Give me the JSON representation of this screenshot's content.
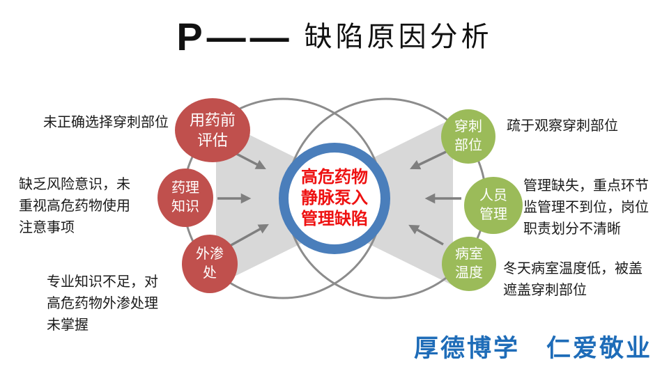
{
  "title": {
    "prefix": "P——",
    "text": "缺陷原因分析"
  },
  "center": {
    "label": "高危药物\n静脉泵入\n管理缺陷"
  },
  "causes": {
    "left": [
      {
        "label": "用药前\n评估"
      },
      {
        "label": "药理\n知识"
      },
      {
        "label": "外渗\n处"
      }
    ],
    "right": [
      {
        "label": "穿刺\n部位"
      },
      {
        "label": "人员\n管理"
      },
      {
        "label": "病室\n温度"
      }
    ]
  },
  "notes": {
    "left": [
      "未正确选择穿刺部位",
      "缺乏风险意识，未\n重视高危药物使用\n注意事项",
      "专业知识不足，对\n高危药物外渗处理\n未掌握"
    ],
    "right": [
      "疏于观察穿刺部位",
      "管理缺失，重点环节\n监管理不到位，岗位\n职责划分不清晰",
      "冬天病室温度低，被盖\n遮盖穿刺部位"
    ]
  },
  "footer": {
    "motto": "厚德博学　仁爱敬业"
  },
  "colors": {
    "cause_red": "#c0504d",
    "cause_green": "#9bbb59",
    "center_ring_blue": "#4a7ebb",
    "center_text_red": "#ee1111",
    "footer_blue": "#1e6cb8",
    "arrow_gray": "#7f7f7f",
    "funnel_gray": "#d8d8d8",
    "venn_outline_gray": "#8c8c8c"
  }
}
